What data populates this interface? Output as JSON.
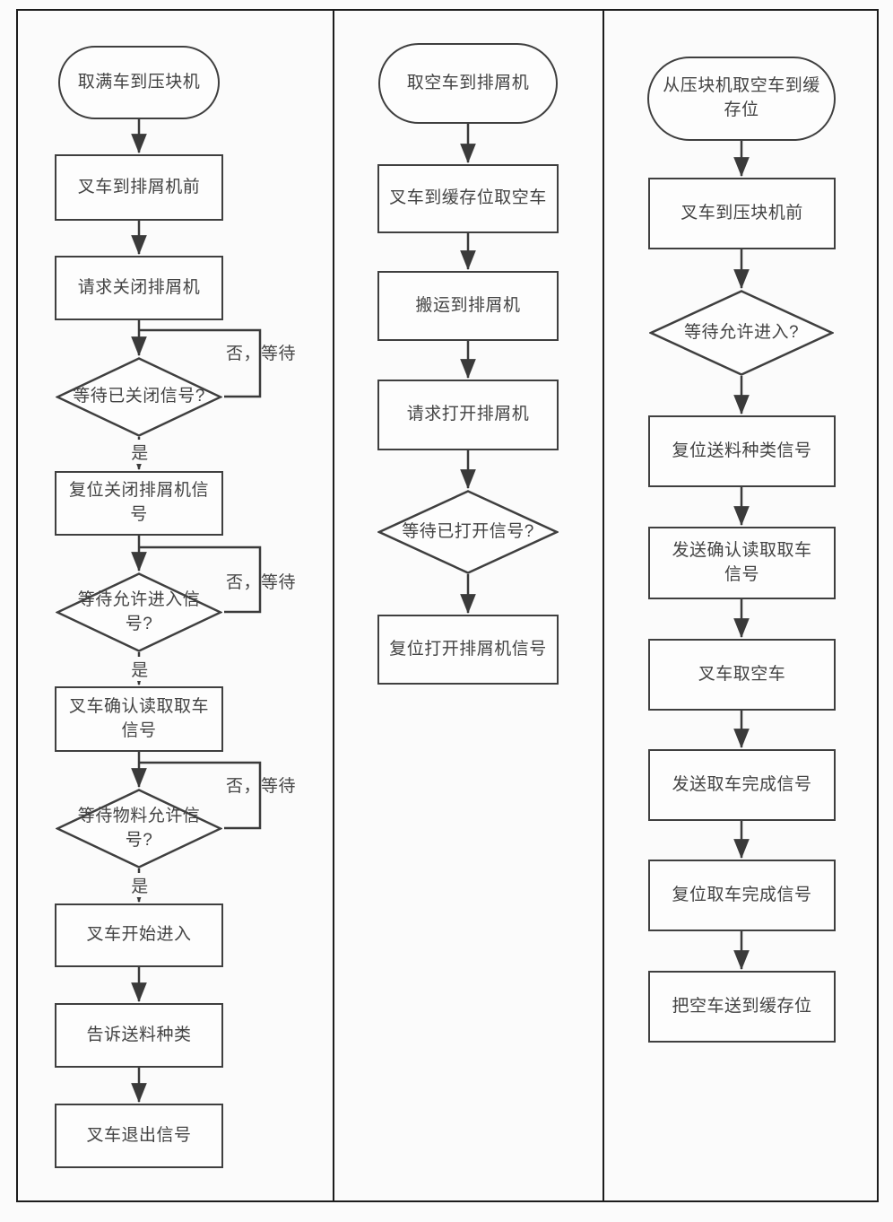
{
  "diagram": {
    "background": "#fbfbfb",
    "frame_color": "#1c1c1c",
    "shape_stroke": "#3f3f3f",
    "shape_fill": "#fdfdfd",
    "text_color": "#434343"
  },
  "columns": [
    {
      "name": "flow-1",
      "nodes": [
        {
          "type": "terminator",
          "label": "取满车到压块机"
        },
        {
          "type": "process",
          "label": "叉车到排屑机前"
        },
        {
          "type": "process",
          "label": "请求关闭排屑机"
        },
        {
          "type": "decision",
          "label": "等待已关闭信号?",
          "branch_no": "否，等待",
          "branch_yes": "是"
        },
        {
          "type": "process",
          "label": "复位关闭排屑机信号"
        },
        {
          "type": "decision",
          "label": "等待允许进入信号?",
          "branch_no": "否，等待",
          "branch_yes": "是"
        },
        {
          "type": "process",
          "label": "叉车确认读取取车信号"
        },
        {
          "type": "decision",
          "label": "等待物料允许信号?",
          "branch_no": "否，等待",
          "branch_yes": "是"
        },
        {
          "type": "process",
          "label": "叉车开始进入"
        },
        {
          "type": "process",
          "label": "告诉送料种类"
        },
        {
          "type": "process",
          "label": "叉车退出信号"
        }
      ]
    },
    {
      "name": "flow-2",
      "nodes": [
        {
          "type": "terminator",
          "label": "取空车到排屑机"
        },
        {
          "type": "process",
          "label": "叉车到缓存位取空车"
        },
        {
          "type": "process",
          "label": "搬运到排屑机"
        },
        {
          "type": "process",
          "label": "请求打开排屑机"
        },
        {
          "type": "decision",
          "label": "等待已打开信号?"
        },
        {
          "type": "process",
          "label": "复位打开排屑机信号"
        }
      ]
    },
    {
      "name": "flow-3",
      "nodes": [
        {
          "type": "terminator",
          "label": "从压块机取空车到缓存位"
        },
        {
          "type": "process",
          "label": "叉车到压块机前"
        },
        {
          "type": "decision",
          "label": "等待允许进入?"
        },
        {
          "type": "process",
          "label": "复位送料种类信号"
        },
        {
          "type": "process",
          "label": "发送确认读取取车信号"
        },
        {
          "type": "process",
          "label": "叉车取空车"
        },
        {
          "type": "process",
          "label": "发送取车完成信号"
        },
        {
          "type": "process",
          "label": "复位取车完成信号"
        },
        {
          "type": "process",
          "label": "把空车送到缓存位"
        }
      ]
    }
  ]
}
